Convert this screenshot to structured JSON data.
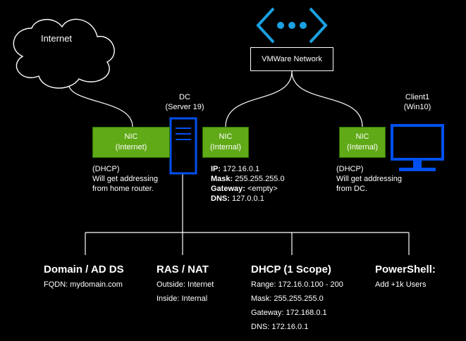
{
  "colors": {
    "nic_fill": "#60a917",
    "nic_border": "#2d7600",
    "device_blue": "#0050ef",
    "network_icon_blue": "#1ba1e2",
    "line": "#ffffff",
    "background": "#000000"
  },
  "cloud": {
    "label": "Internet",
    "icon": "cloud-icon"
  },
  "network": {
    "label": "VMWare Network",
    "icon": "network-icon"
  },
  "dc": {
    "name": "DC",
    "sub": "(Server 19)",
    "icon": "server-icon"
  },
  "client": {
    "name": "Client1",
    "sub": "(Win10)",
    "icon": "monitor-icon"
  },
  "nics": {
    "dc_internet": {
      "line1": "NIC",
      "line2": "(Internet)"
    },
    "dc_internal": {
      "line1": "NIC",
      "line2": "(Internal)"
    },
    "client_internal": {
      "line1": "NIC",
      "line2": "(Internal)"
    }
  },
  "dc_internet_note": [
    "(DHCP)",
    "Will get addressing",
    "from home router."
  ],
  "dc_internal_config": {
    "ip_label": "IP:",
    "ip": "172.16.0.1",
    "mask_label": "Mask:",
    "mask": "255.255.255.0",
    "gateway_label": "Gateway:",
    "gateway": "<empty>",
    "dns_label": "DNS:",
    "dns": "127.0.0.1"
  },
  "client_note": [
    "(DHCP)",
    "Will get addressing",
    "from DC."
  ],
  "sections": [
    {
      "title": "Domain / AD DS",
      "lines": [
        "FQDN: mydomain.com"
      ]
    },
    {
      "title": "RAS / NAT",
      "lines": [
        "Outside: Internet",
        "Inside: Internal"
      ]
    },
    {
      "title": "DHCP (1 Scope)",
      "lines": [
        "Range: 172.16.0.100 - 200",
        "Mask: 255.255.255.0",
        "Gateway: 172.168.0.1",
        "DNS: 172.16.0.1"
      ]
    },
    {
      "title": "PowerShell:",
      "lines": [
        "Add +1k Users"
      ]
    }
  ]
}
